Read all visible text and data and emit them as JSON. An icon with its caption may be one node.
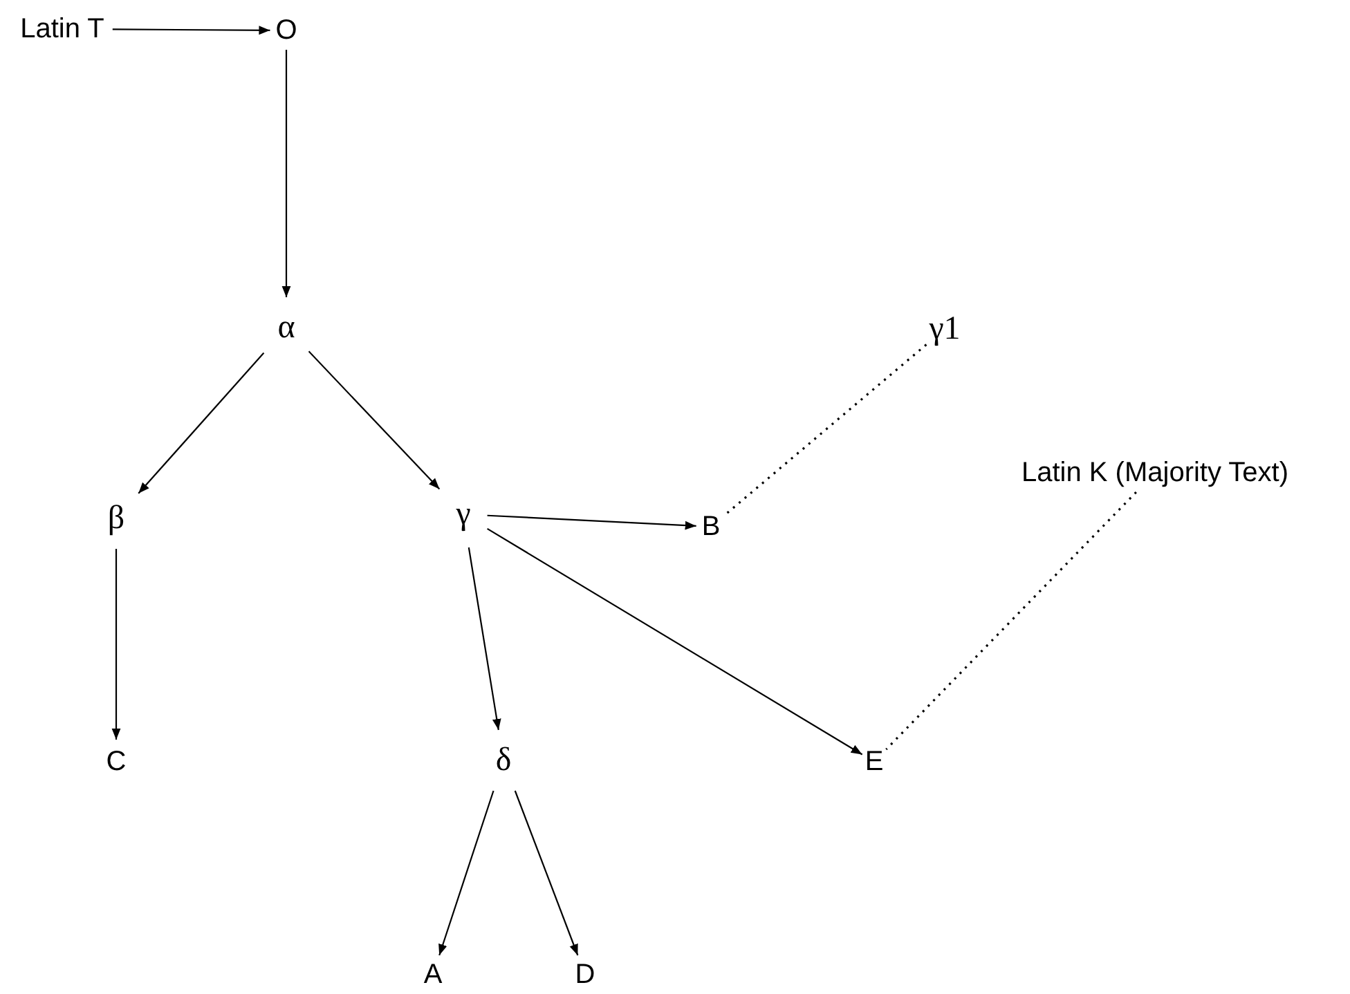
{
  "diagram": {
    "nodes": [
      {
        "text": [
          "Latin T"
        ]
      },
      {
        "text": [
          "O"
        ]
      },
      {
        "text": [
          "α"
        ]
      },
      {
        "text": [
          "β"
        ]
      },
      {
        "text": [
          "γ"
        ]
      },
      {
        "text": [
          "B"
        ]
      },
      {
        "text": [
          "γ1"
        ]
      },
      {
        "text": [
          "Latin K (Majority Text)"
        ]
      },
      {
        "text": [
          "C"
        ]
      },
      {
        "text": [
          "δ"
        ]
      },
      {
        "text": [
          "E"
        ]
      },
      {
        "text": [
          "A"
        ]
      },
      {
        "text": [
          "D"
        ]
      }
    ],
    "edges": [
      {
        "from": 0,
        "to": 1,
        "arrow": "to"
      },
      {
        "from": 1,
        "to": 2,
        "arrow": "to"
      },
      {
        "from": 2,
        "to": 3,
        "arrow": "to"
      },
      {
        "from": 2,
        "to": 4,
        "arrow": "to"
      },
      {
        "from": 3,
        "to": 8,
        "arrow": "to"
      },
      {
        "from": 4,
        "to": 5,
        "arrow": "to"
      },
      {
        "from": 6,
        "to": 5,
        "arrow": "none",
        "style": "dashed"
      },
      {
        "from": 4,
        "to": 9,
        "arrow": "to"
      },
      {
        "from": 4,
        "to": 10,
        "arrow": "to"
      },
      {
        "from": 7,
        "to": 10,
        "arrow": "none",
        "style": "dashed"
      },
      {
        "from": 9,
        "to": 11,
        "arrow": "to"
      },
      {
        "from": 9,
        "to": 12,
        "arrow": "to"
      }
    ]
  }
}
